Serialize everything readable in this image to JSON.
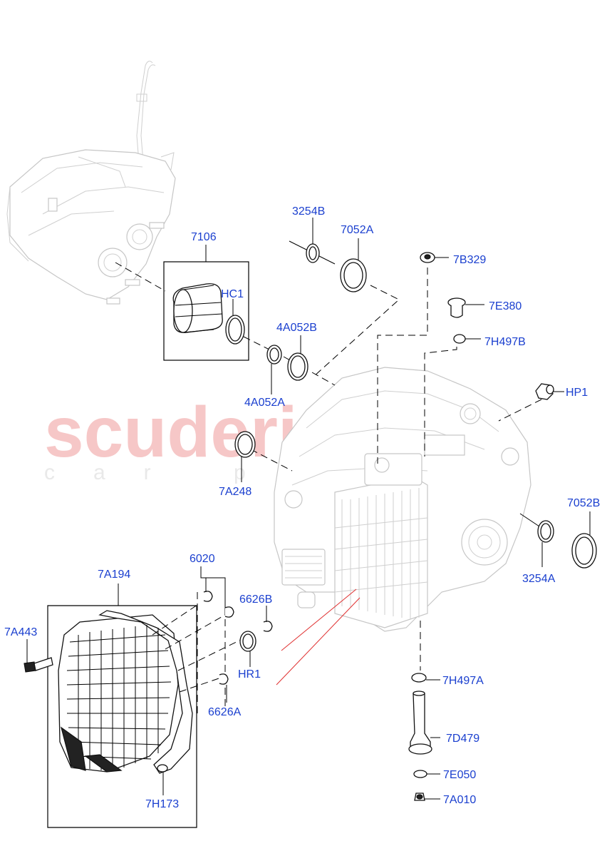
{
  "watermark": {
    "brand": "scuderia",
    "tagline": "car parts"
  },
  "callouts": {
    "c7106": "7106",
    "cHC1": "HC1",
    "c3254B": "3254B",
    "c7052A": "7052A",
    "c7B329": "7B329",
    "c7E380": "7E380",
    "c7H497B": "7H497B",
    "c4A052B": "4A052B",
    "c4A052A": "4A052A",
    "cHP1": "HP1",
    "c7A248": "7A248",
    "c7052B": "7052B",
    "c3254A": "3254A",
    "c6020": "6020",
    "c7A194": "7A194",
    "c6626B": "6626B",
    "c7A443": "7A443",
    "cHR1": "HR1",
    "c6626A": "6626A",
    "c7H497A": "7H497A",
    "c7D479": "7D479",
    "c7E050": "7E050",
    "c7A010": "7A010",
    "c7H173": "7H173"
  },
  "colors": {
    "label": "#1a3fcf",
    "watermark_brand": "#f6c7c7",
    "leader_red": "#e03030"
  }
}
